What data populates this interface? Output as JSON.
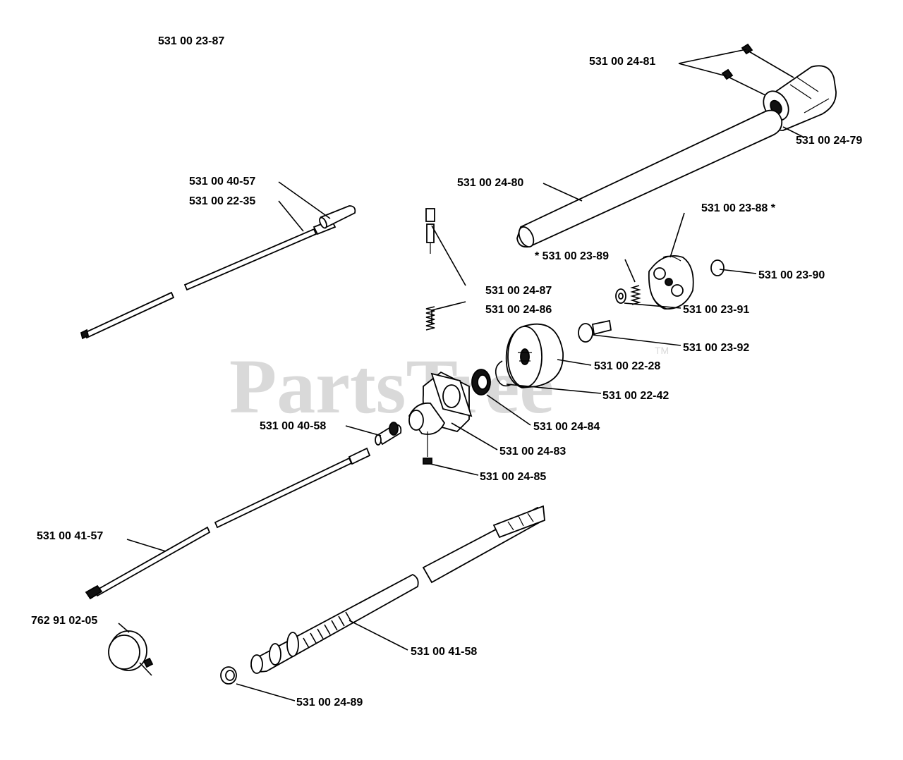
{
  "watermark": {
    "text": "PartsTree",
    "trademark": "TM"
  },
  "callouts": [
    {
      "id": "c1",
      "text": "531 00 23-87"
    },
    {
      "id": "c2",
      "text": "531 00 24-81"
    },
    {
      "id": "c3",
      "text": "531 00 24-79"
    },
    {
      "id": "c4",
      "text": "531 00 24-80"
    },
    {
      "id": "c5",
      "text": "531 00 40-57"
    },
    {
      "id": "c6",
      "text": "531 00 22-35"
    },
    {
      "id": "c7",
      "text": "531 00 23-88  *"
    },
    {
      "id": "c8",
      "text": "* 531 00 23-89"
    },
    {
      "id": "c9",
      "text": "531 00 23-90"
    },
    {
      "id": "c10",
      "text": "531 00 24-87"
    },
    {
      "id": "c11",
      "text": "531 00 24-86"
    },
    {
      "id": "c12",
      "text": "531 00 23-91"
    },
    {
      "id": "c13",
      "text": "531 00 23-92"
    },
    {
      "id": "c14",
      "text": "531 00 22-28"
    },
    {
      "id": "c15",
      "text": "531 00 22-42"
    },
    {
      "id": "c16",
      "text": "531 00 40-58"
    },
    {
      "id": "c17",
      "text": "531 00 24-84"
    },
    {
      "id": "c18",
      "text": "531 00 24-83"
    },
    {
      "id": "c19",
      "text": "531 00 24-85"
    },
    {
      "id": "c20",
      "text": "531 00 41-57"
    },
    {
      "id": "c21",
      "text": "762 91 02-05"
    },
    {
      "id": "c22",
      "text": "531 00 41-58"
    },
    {
      "id": "c23",
      "text": "531 00 24-89"
    }
  ]
}
